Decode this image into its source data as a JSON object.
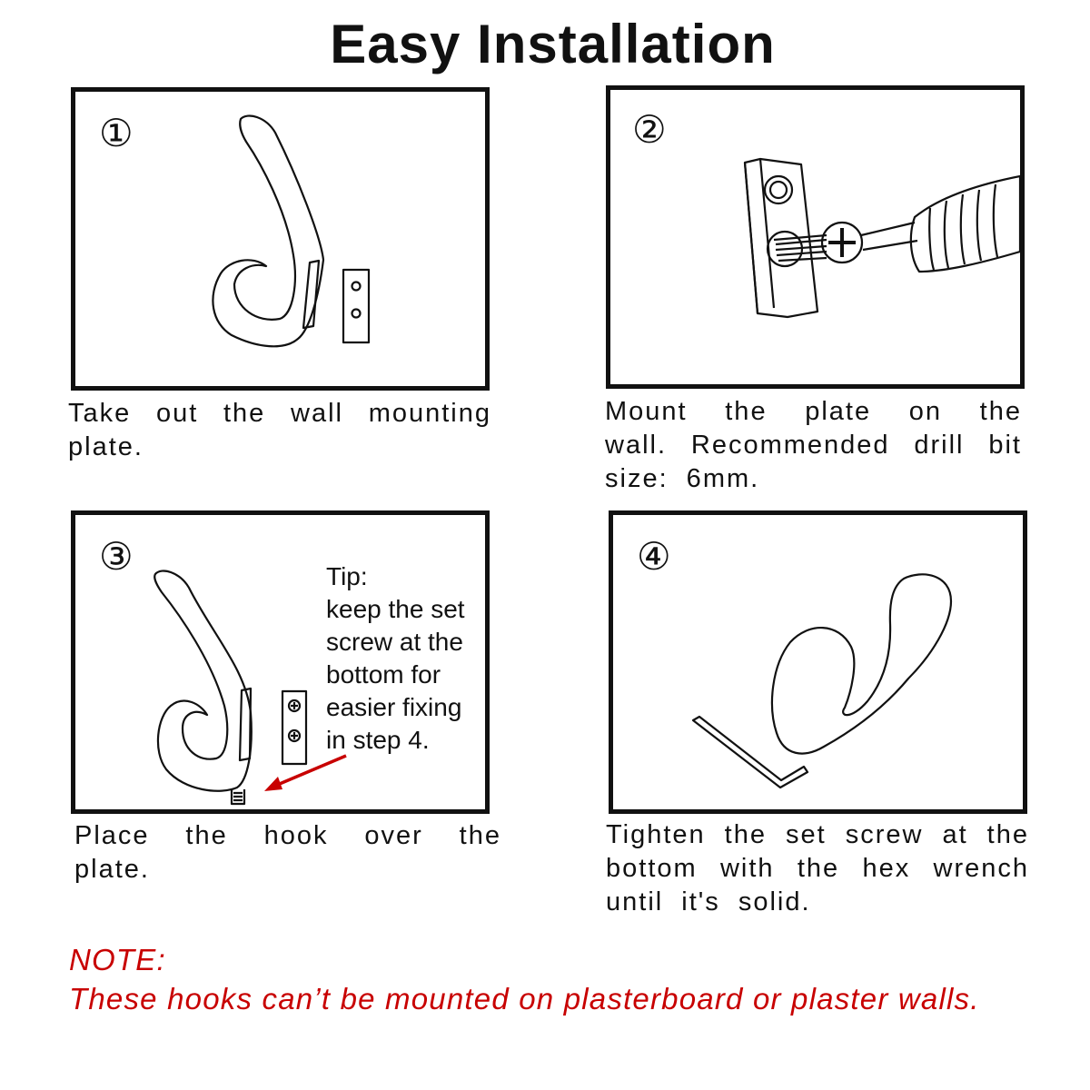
{
  "title": "Easy Installation",
  "steps": [
    {
      "number": "1",
      "caption": "Take out the wall mounting plate."
    },
    {
      "number": "2",
      "caption": "Mount the plate on the wall. Recommended drill bit size: 6mm."
    },
    {
      "number": "3",
      "caption": "Place the hook over the plate.",
      "tip_lines": [
        "Tip:",
        "keep the set",
        "screw at the",
        "bottom for",
        "easier  fixing",
        "in step 4."
      ]
    },
    {
      "number": "4",
      "caption": "Tighten the set screw at the bottom with the hex wrench until it's solid."
    }
  ],
  "note": {
    "label": "NOTE:",
    "text": "These hooks can’t be mounted on plasterboard or plaster walls."
  },
  "colors": {
    "note": "#c80000",
    "arrow": "#c80000",
    "ink": "#111111"
  }
}
